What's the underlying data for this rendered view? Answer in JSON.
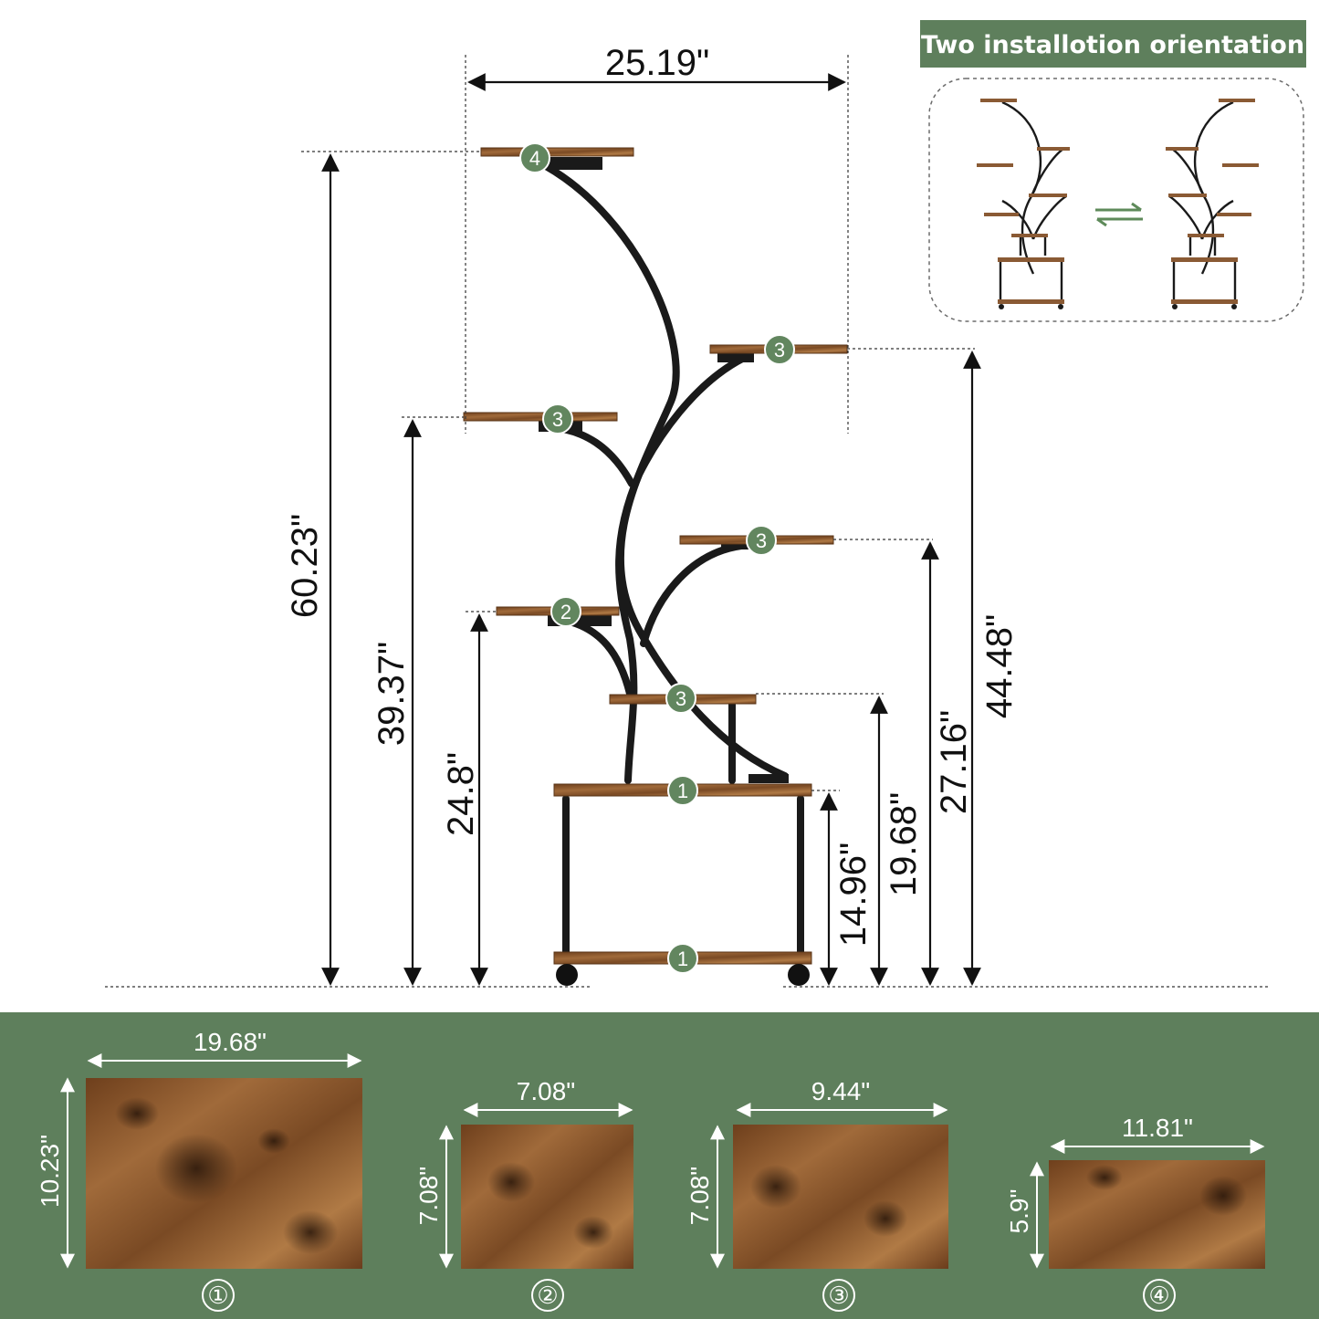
{
  "inset": {
    "title": "Two installotion orientation",
    "swap_icon": "swap-arrows-icon"
  },
  "colors": {
    "green": "#5e7f5c",
    "badge": "#62865f",
    "wood": "#8a5a34",
    "frame": "#1a1a1a"
  },
  "dimensions": {
    "overall_width": "25.19\"",
    "total_height": "60.23\"",
    "h_39": "39.37\"",
    "h_24": "24.8\"",
    "h_14": "14.96\"",
    "h_19": "19.68\"",
    "h_27": "27.16\"",
    "h_44": "44.48\""
  },
  "shelf_badges": {
    "top": "4",
    "right_upper": "3",
    "left_upper": "3",
    "right_mid": "3",
    "left_mid": "2",
    "center_low": "3",
    "base_top": "1",
    "base_bottom": "1"
  },
  "panels": [
    {
      "id": "①",
      "width": "19.68\"",
      "height": "10.23\""
    },
    {
      "id": "②",
      "width": "7.08\"",
      "height": "7.08\""
    },
    {
      "id": "③",
      "width": "9.44\"",
      "height": "7.08\""
    },
    {
      "id": "④",
      "width": "11.81\"",
      "height": "5.9\""
    }
  ]
}
